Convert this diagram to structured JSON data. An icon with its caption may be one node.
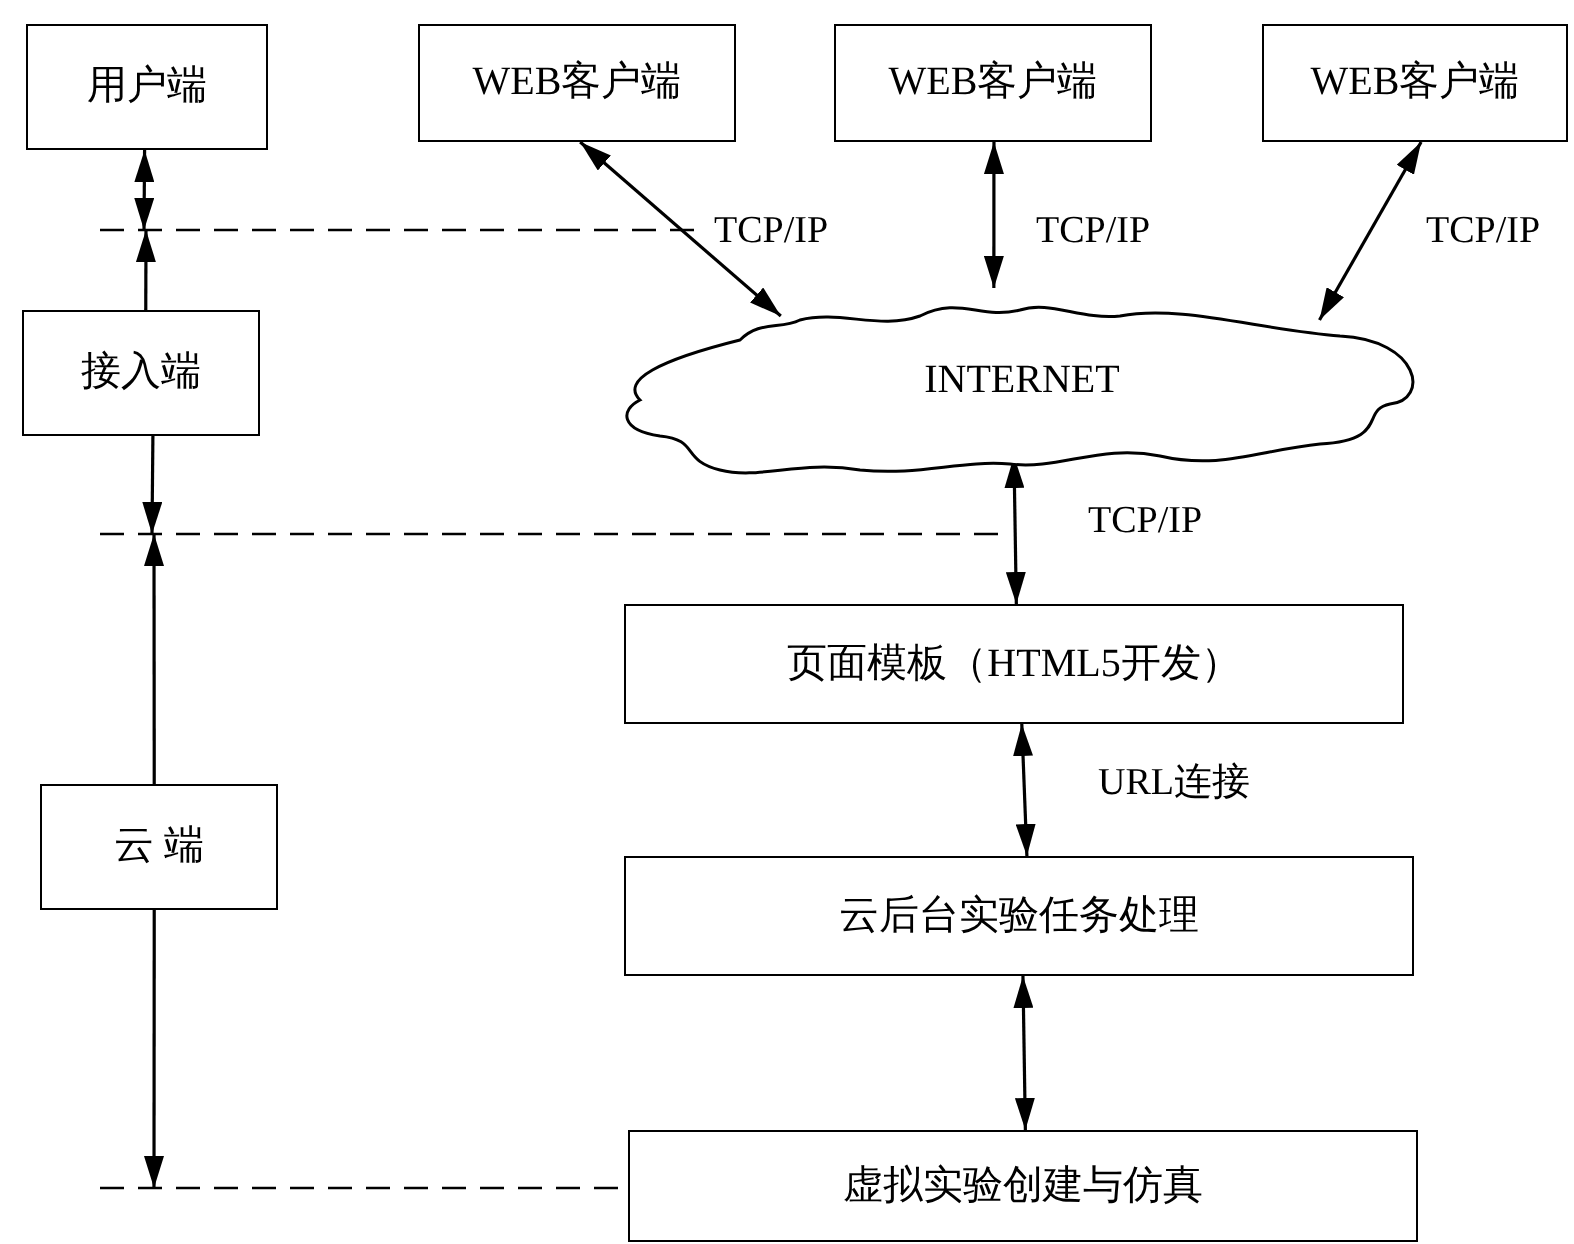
{
  "diagram": {
    "nodes": [
      {
        "text": [
          "用户端"
        ]
      },
      {
        "text": [
          "WEB客户端"
        ]
      },
      {
        "text": [
          "WEB客户端"
        ]
      },
      {
        "text": [
          "WEB客户端"
        ]
      },
      {
        "text": [
          "INTERNET"
        ]
      },
      {
        "text": [
          "接入端"
        ]
      },
      {
        "text": [
          "页面模板（HTML5开发）"
        ]
      },
      {
        "text": [
          "云 端"
        ]
      },
      {
        "text": [
          "云后台实验任务处理"
        ]
      },
      {
        "text": [
          "虚拟实验创建与仿真"
        ]
      }
    ],
    "edges": [
      {
        "from": 0,
        "to": null,
        "arrow": "both"
      },
      {
        "from": 5,
        "to": null,
        "arrow": "to"
      },
      {
        "from": 5,
        "to": null,
        "arrow": "to"
      },
      {
        "from": 7,
        "to": null,
        "arrow": "to"
      },
      {
        "from": 7,
        "to": null,
        "arrow": "to"
      },
      {
        "from": 1,
        "to": 4,
        "arrow": "both",
        "label": "TCP/IP"
      },
      {
        "from": 2,
        "to": 4,
        "arrow": "both",
        "label": "TCP/IP"
      },
      {
        "from": 3,
        "to": 4,
        "arrow": "both",
        "label": "TCP/IP"
      },
      {
        "from": 4,
        "to": 6,
        "arrow": "both",
        "label": "TCP/IP"
      },
      {
        "from": 6,
        "to": 8,
        "arrow": "both",
        "label": "URL连接"
      },
      {
        "from": 8,
        "to": 9,
        "arrow": "both"
      }
    ]
  }
}
